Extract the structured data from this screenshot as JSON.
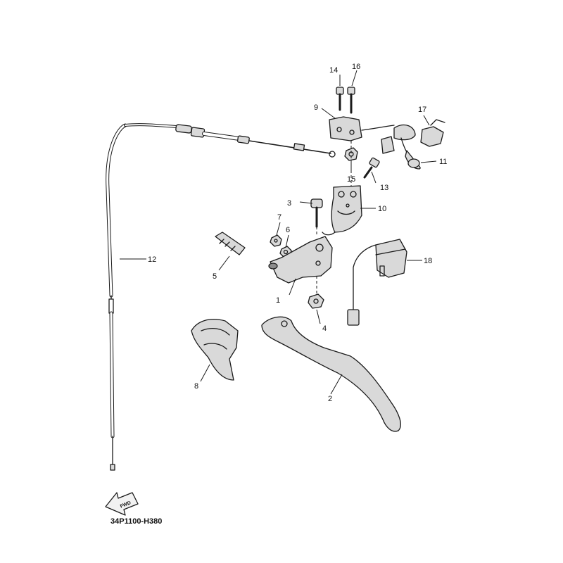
{
  "diagram": {
    "drawing_code": "34P1100-H380",
    "fwd_label": "FWD",
    "callouts": {
      "c1": "1",
      "c2": "2",
      "c3": "3",
      "c4": "4",
      "c5": "5",
      "c6": "6",
      "c7": "7",
      "c8": "8",
      "c9": "9",
      "c10": "10",
      "c11": "11",
      "c12": "12",
      "c13": "13",
      "c14": "14",
      "c15": "15",
      "c16": "16",
      "c17": "17",
      "c18": "18"
    }
  }
}
